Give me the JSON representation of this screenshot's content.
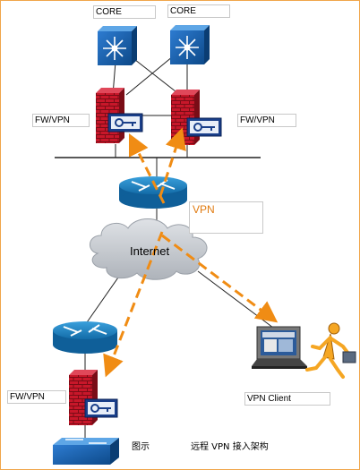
{
  "labels": {
    "core_left": "CORE",
    "core_right": "CORE",
    "fw_left": "FW/VPN",
    "fw_right": "FW/VPN",
    "vpn": "VPN",
    "internet": "Internet",
    "fw_bottom": "FW/VPN",
    "vpn_client": "VPN Client",
    "caption_prefix": "图示",
    "caption_title": "远程 VPN 接入架构"
  },
  "colors": {
    "switch_blue": "#1a5fa8",
    "router_blue": "#1f86c4",
    "firewall_red": "#c8172a",
    "vpn_accent": "#e07b10",
    "tunnel_orange": "#f08c14",
    "cloud": "#c5c9cf"
  }
}
